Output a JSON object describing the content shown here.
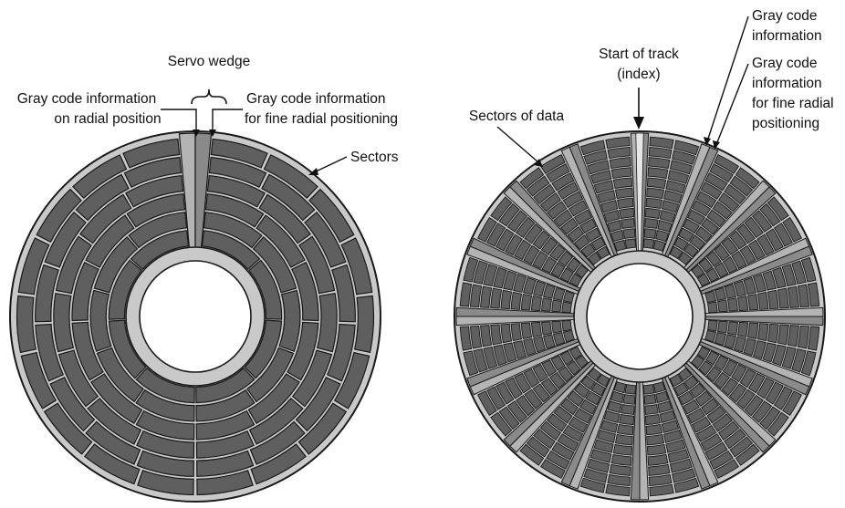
{
  "left_disk": {
    "labels": {
      "servo_wedge": "Servo wedge",
      "gray_code_radial_1": "Gray code information",
      "gray_code_radial_2": "on radial position",
      "gray_code_fine_1": "Gray code information",
      "gray_code_fine_2": "for fine radial positioning",
      "sectors": "Sectors"
    },
    "rings": 6,
    "sectors_per_ring": [
      8,
      10,
      12,
      14,
      16,
      18
    ]
  },
  "right_disk": {
    "labels": {
      "sectors_of_data": "Sectors of data",
      "start_of_track_1": "Start of track",
      "start_of_track_2": "(index)",
      "gray_code_info_1": "Gray code",
      "gray_code_info_2": "information",
      "gray_code_fine_1": "Gray code",
      "gray_code_fine_2": "information",
      "gray_code_fine_3": "for fine radial",
      "gray_code_fine_4": "positioning"
    },
    "servo_wedges": 16,
    "tracks_per_zone": 11
  },
  "colors": {
    "sector_fill": "#5f5f5f",
    "servo_light": "#b4b4b4",
    "servo_dark": "#8a8a8a",
    "rim": "#c9c9c9",
    "outline": "#1a1a1a",
    "divider": "#e6e6e6"
  }
}
